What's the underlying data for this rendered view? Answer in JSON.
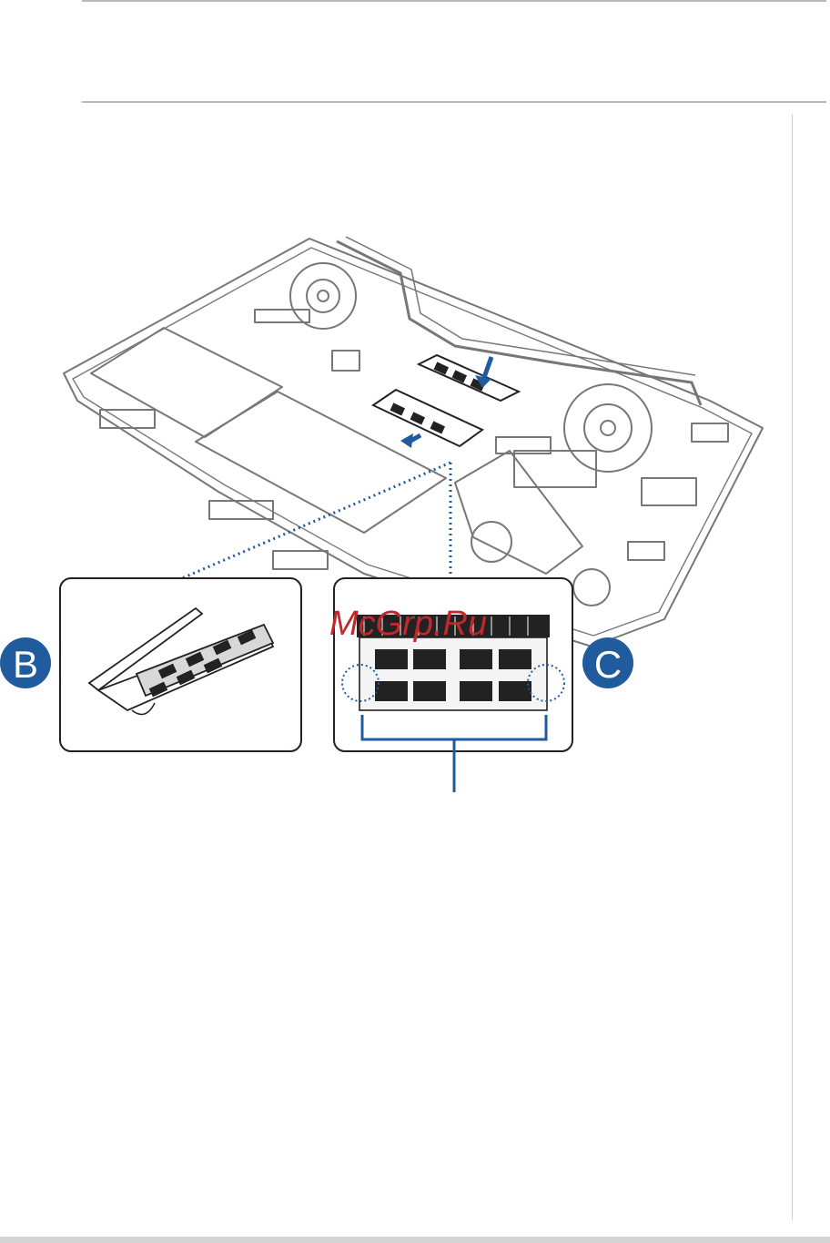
{
  "figure": {
    "callout_b": "B",
    "callout_c": "C",
    "watermark": "McGrp.Ru"
  },
  "colors": {
    "line_art": "#777777",
    "accent_blue": "#1f5b9d",
    "callout_fill": "#1f5b9d",
    "watermark": "#c0282d"
  }
}
